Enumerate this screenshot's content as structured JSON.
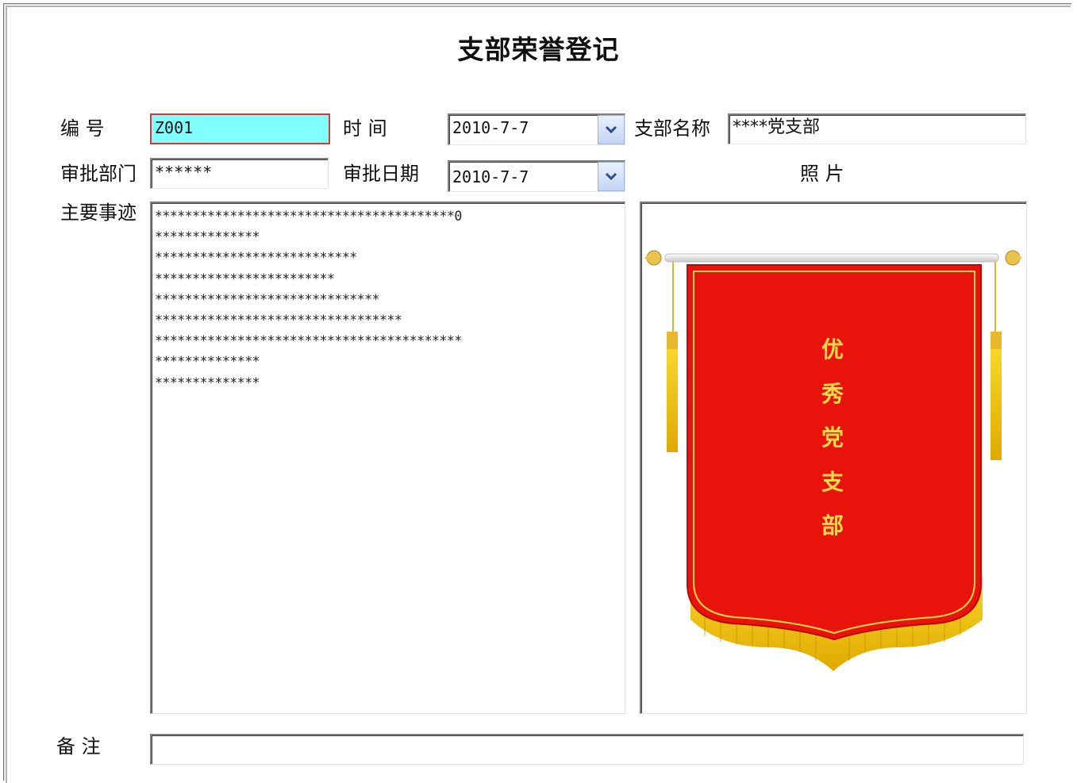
{
  "form": {
    "title": "支部荣誉登记",
    "labels": {
      "id": "编      号",
      "time": "时      间",
      "branch_name": "支部名称",
      "approval_dept": "审批部门",
      "approval_date": "审批日期",
      "photo": "照      片",
      "main_deeds": "主要事迹",
      "remarks": "备      注"
    },
    "fields": {
      "id": "Z001",
      "time": "2010-7-7",
      "branch_name": "****党支部",
      "approval_dept": "******",
      "approval_date": "2010-7-7",
      "main_deeds": "****************************************0\n**************\n***************************\n************************\n******************************\n*********************************\n*****************************************\n**************\n**************",
      "remarks": ""
    },
    "photo": {
      "banner_text": [
        "优",
        "秀",
        "党",
        "支",
        "部"
      ],
      "colors": {
        "banner": "#e8140c",
        "fringe": "#f2c418",
        "text": "#ffd84a"
      }
    },
    "icons": {
      "dropdown": "chevron-down-icon"
    }
  }
}
